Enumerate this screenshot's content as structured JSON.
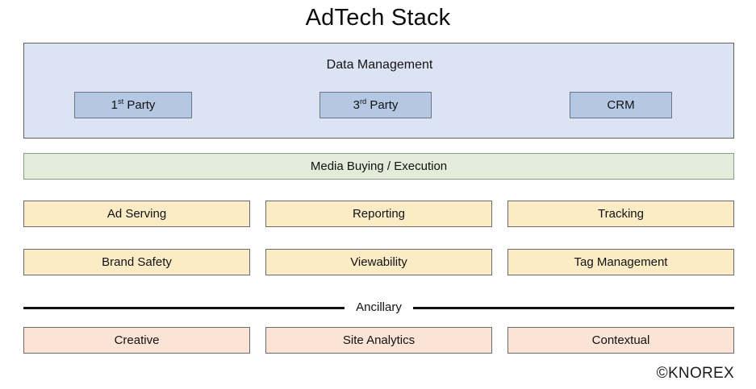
{
  "diagram": {
    "title": "AdTech Stack",
    "groups": [
      {
        "name": "data-management",
        "label": "Data Management",
        "fill": "#dce3f2",
        "border": "#5f5f5f",
        "chips": [
          {
            "name": "first-party",
            "text_main": "1",
            "text_sup": "st",
            "text_tail": " Party",
            "label": "1st Party"
          },
          {
            "name": "third-party",
            "text_main": "3",
            "text_sup": "rd",
            "text_tail": " Party",
            "label": "3rd Party"
          },
          {
            "name": "crm",
            "text_main": "CRM",
            "text_sup": "",
            "text_tail": "",
            "label": "CRM"
          }
        ]
      }
    ],
    "band": {
      "name": "media-buying-execution",
      "label": "Media Buying / Execution",
      "fill": "#e3ecdb",
      "border": "#8a9a84"
    },
    "rows": [
      {
        "name": "services-row-1",
        "fill": "#fcecc5",
        "cells": [
          {
            "name": "ad-serving",
            "label": "Ad Serving"
          },
          {
            "name": "reporting",
            "label": "Reporting"
          },
          {
            "name": "tracking",
            "label": "Tracking"
          }
        ]
      },
      {
        "name": "services-row-2",
        "fill": "#fcecc5",
        "cells": [
          {
            "name": "brand-safety",
            "label": "Brand Safety"
          },
          {
            "name": "viewability",
            "label": "Viewability"
          },
          {
            "name": "tag-management",
            "label": "Tag Management"
          }
        ]
      },
      {
        "name": "ancillary-row",
        "fill": "#fbe3d6",
        "cells": [
          {
            "name": "creative",
            "label": "Creative"
          },
          {
            "name": "site-analytics",
            "label": "Site Analytics"
          },
          {
            "name": "contextual",
            "label": "Contextual"
          }
        ]
      }
    ],
    "divider": {
      "name": "ancillary-divider",
      "label": "Ancillary",
      "color": "#111111"
    },
    "footer": {
      "copyright": "©KNOREX"
    }
  }
}
